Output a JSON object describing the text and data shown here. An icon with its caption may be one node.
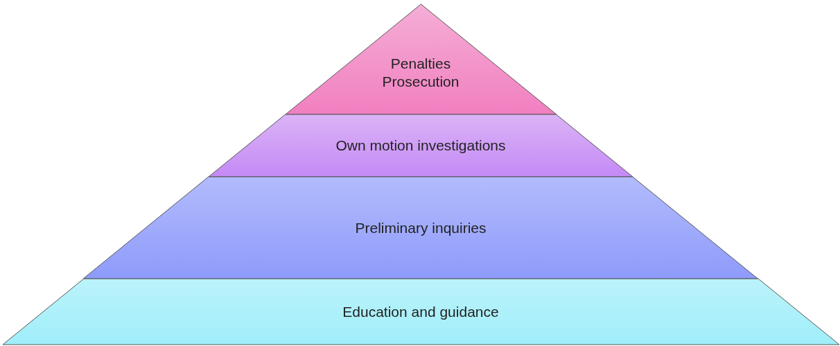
{
  "diagram": {
    "nodes": [
      {
        "text": [
          "Penalties Prosecution"
        ]
      },
      {
        "text": [
          "Own motion investigations"
        ]
      },
      {
        "text": [
          "Preliminary inquiries"
        ]
      },
      {
        "text": [
          "Education and guidance"
        ]
      }
    ]
  }
}
